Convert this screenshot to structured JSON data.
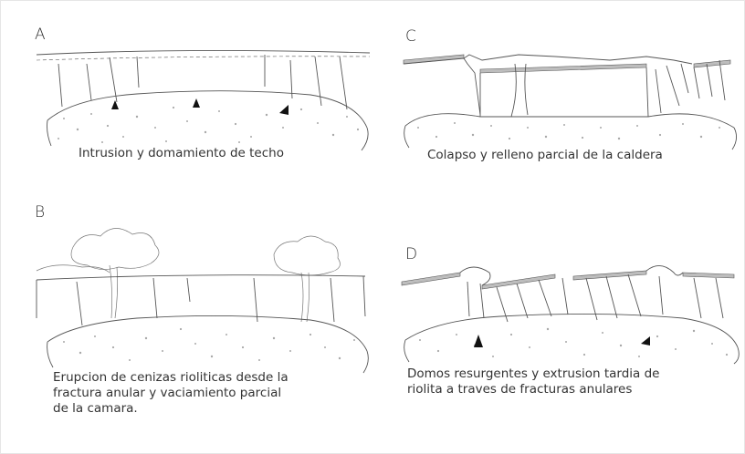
{
  "panels": [
    {
      "letter": "A",
      "caption": [
        "Intrusion y domamiento de techo"
      ]
    },
    {
      "letter": "B",
      "caption": [
        "Erupcion de cenizas rioliticas desde la",
        "fractura anular y vaciamiento parcial",
        "de la camara."
      ]
    },
    {
      "letter": "C",
      "caption": [
        "Colapso y relleno parcial de la caldera"
      ]
    },
    {
      "letter": "D",
      "caption": [
        "Domos resurgentes y extrusion tardia de",
        "riolita a traves de fracturas anulares"
      ]
    }
  ],
  "colors": {
    "line": "#555555",
    "shade": "#bdbdbd",
    "dots": "#a8a8a8",
    "arrow": "#111111"
  }
}
